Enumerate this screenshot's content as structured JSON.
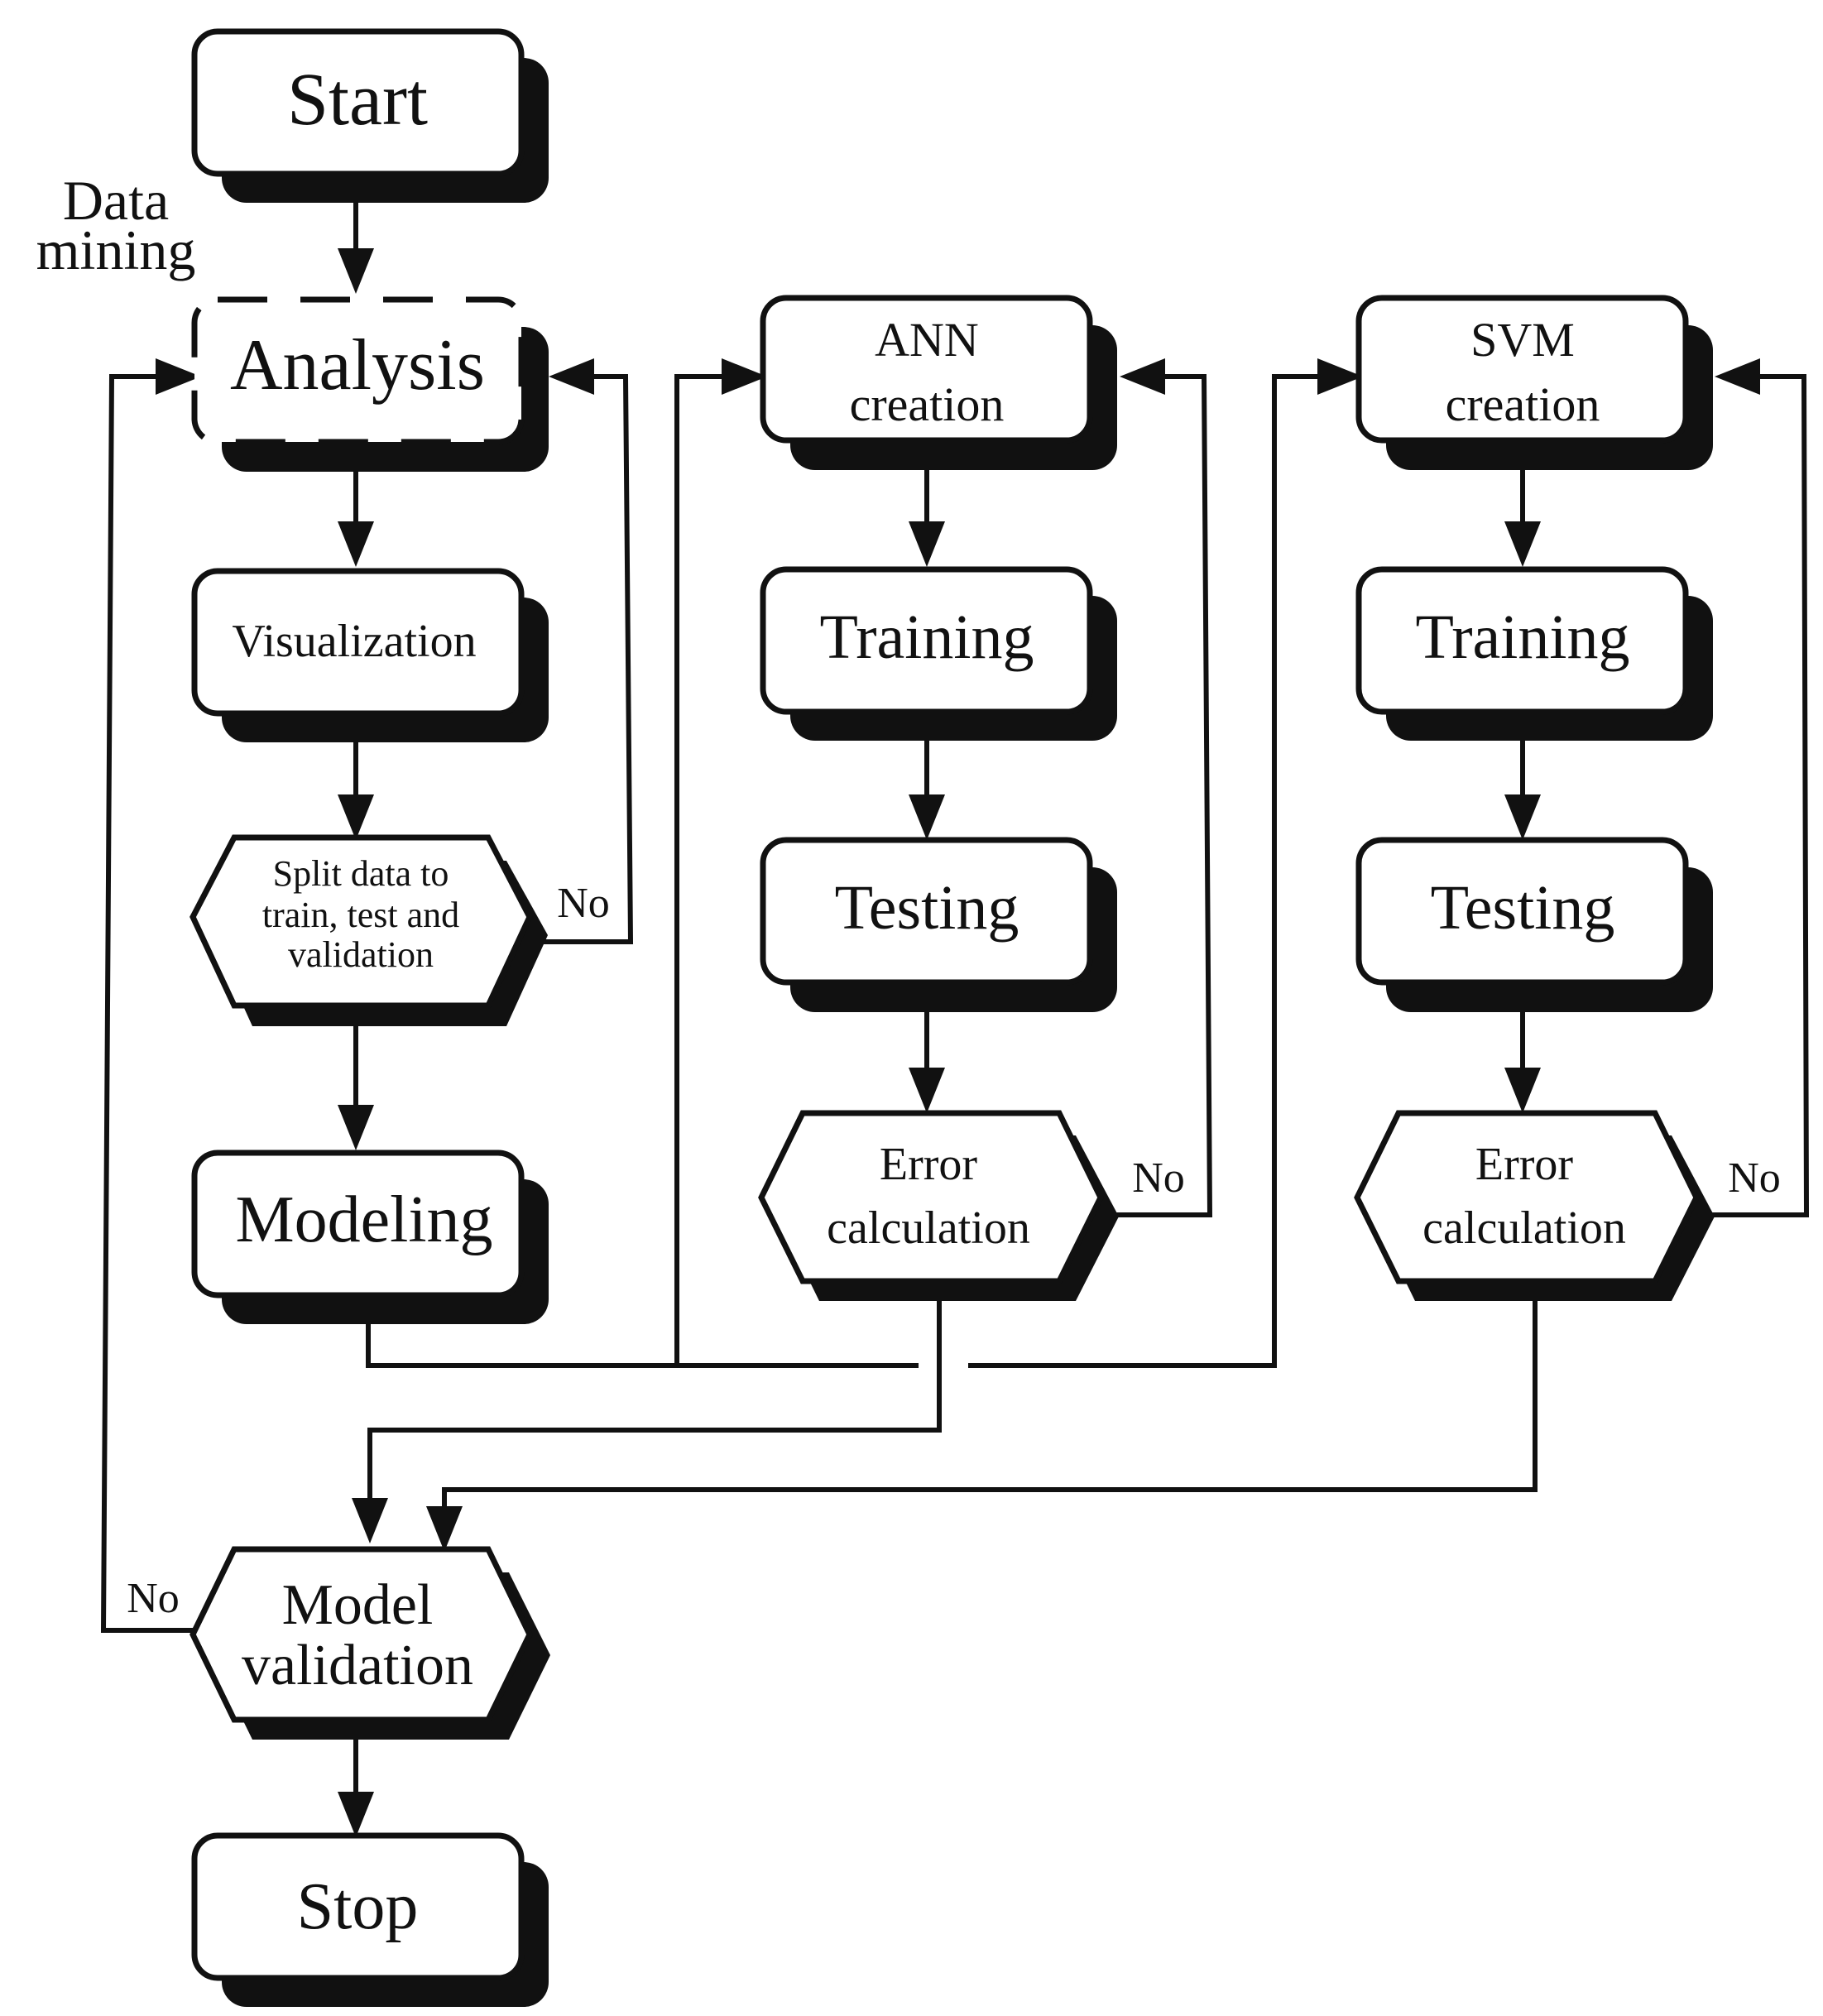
{
  "nodes": {
    "start": "Start",
    "analysis": "Analysis",
    "visualization": "Visualization",
    "split": [
      "Split data to",
      "train, test and",
      "validation"
    ],
    "modeling": "Modeling",
    "ann_creation": [
      "ANN",
      "creation"
    ],
    "ann_training": "Training",
    "ann_testing": "Testing",
    "ann_error": [
      "Error",
      "calculation"
    ],
    "svm_creation": [
      "SVM",
      "creation"
    ],
    "svm_training": "Training",
    "svm_testing": "Testing",
    "svm_error": [
      "Error",
      "calculation"
    ],
    "model_validation": [
      "Model",
      "validation"
    ],
    "stop": "Stop"
  },
  "labels": {
    "data_mining": [
      "Data",
      "mining"
    ],
    "no_split": "No",
    "no_ann": "No",
    "no_svm": "No",
    "no_validation": "No"
  }
}
